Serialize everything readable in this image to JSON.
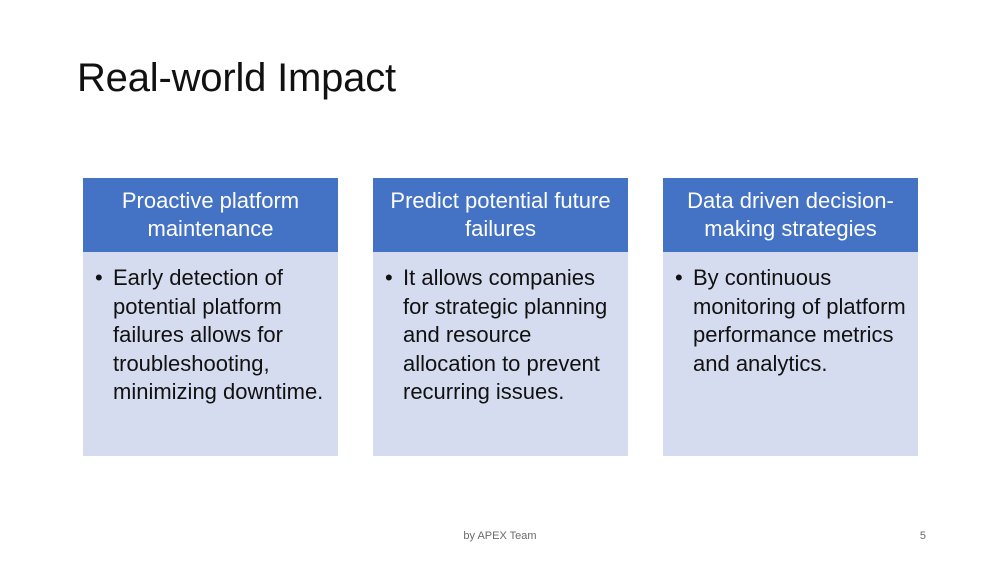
{
  "slide": {
    "title": "Real-world Impact",
    "cards": [
      {
        "heading": "Proactive platform maintenance",
        "bullet": "Early detection of potential platform failures allows for troubleshooting, minimizing downtime."
      },
      {
        "heading": "Predict potential future failures",
        "bullet": "It allows companies for strategic planning and resource allocation to prevent recurring issues."
      },
      {
        "heading": "Data driven decision-making strategies",
        "bullet": "By continuous monitoring of platform performance metrics and analytics."
      }
    ],
    "bullet_symbol": "•",
    "footer": "by APEX Team",
    "page_number": "5"
  },
  "colors": {
    "header_blue": "#4472c4",
    "body_lavender": "#d6dcef"
  }
}
